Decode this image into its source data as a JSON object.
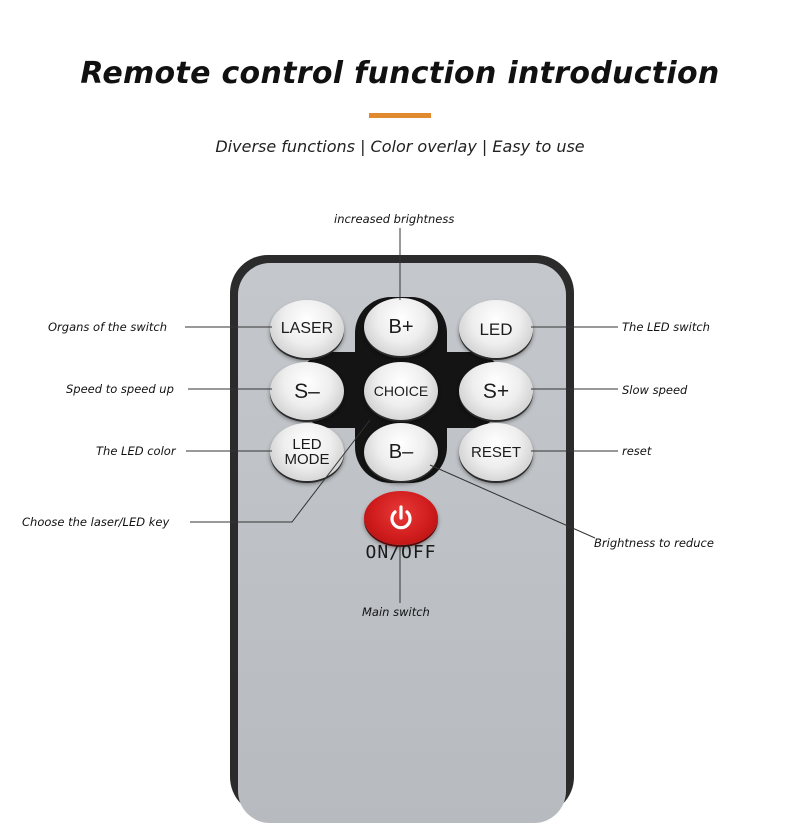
{
  "header": {
    "title": "Remote control function introduction",
    "subtitle": "Diverse functions | Color overlay | Easy to use",
    "accent_color": "#e0892e"
  },
  "buttons": {
    "laser": "LASER",
    "b_plus": "B+",
    "led": "LED",
    "s_minus": "S–",
    "choice": "CHOICE",
    "s_plus": "S+",
    "led_mode_line1": "LED",
    "led_mode_line2": "MODE",
    "b_minus": "B–",
    "reset": "RESET",
    "power_icon": "power-icon",
    "power_color": "#d01c1c",
    "on_off": "ON/OFF"
  },
  "labels": {
    "increased_brightness": "increased brightness",
    "organs_switch": "Organs of the switch",
    "led_switch": "The LED switch",
    "speed_up": "Speed to speed up",
    "slow_speed": "Slow speed",
    "led_color": "The LED color",
    "reset": "reset",
    "choose_key": "Choose the laser/LED key",
    "brightness_reduce": "Brightness to reduce",
    "main_switch": "Main switch"
  }
}
